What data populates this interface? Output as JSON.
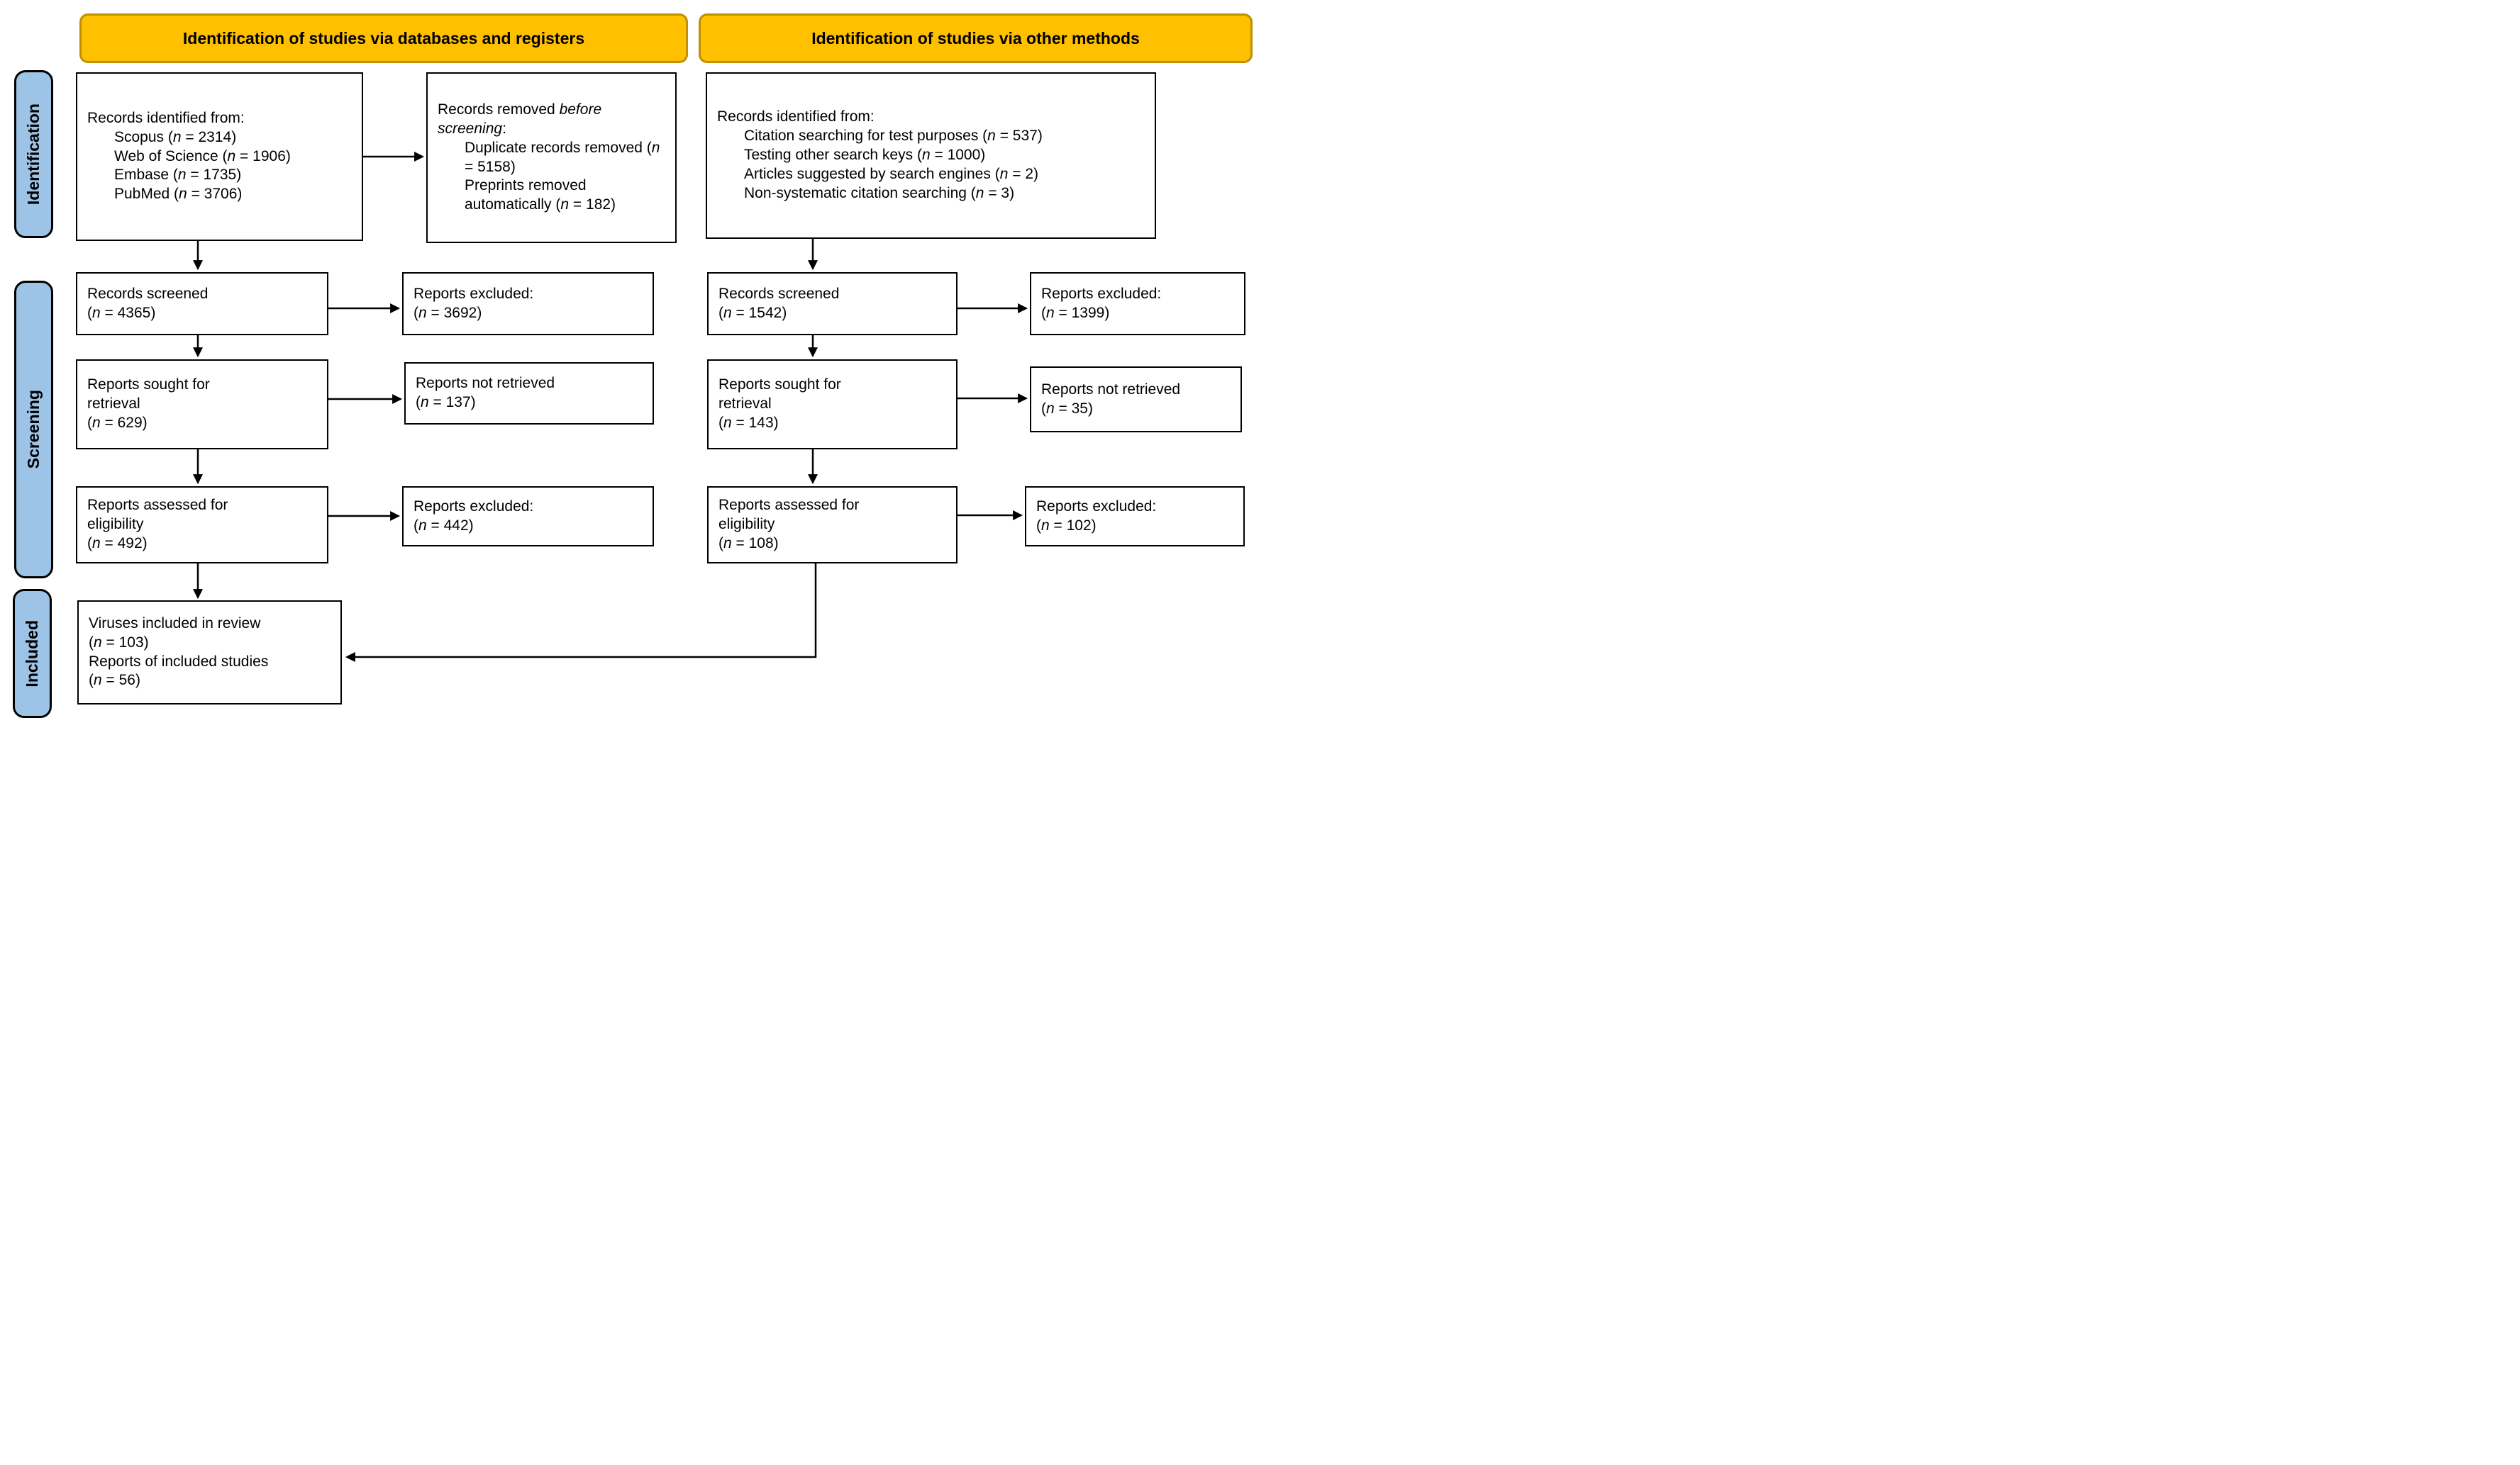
{
  "colors": {
    "header_fill": "#FFC000",
    "header_border": "#BF9000",
    "stage_fill": "#9DC3E6",
    "stage_border": "#000000",
    "box_border": "#000000",
    "arrow_color": "#000000"
  },
  "headers": {
    "databases": "Identification of studies via databases and registers",
    "other_methods": "Identification of studies via other methods"
  },
  "stages": {
    "identification": "Identification",
    "screening": "Screening",
    "included": "Included"
  },
  "boxes": {
    "db_identified": {
      "lines": [
        {
          "seg": [
            {
              "t": "Records identified from:"
            }
          ]
        },
        {
          "indent": 1,
          "seg": [
            {
              "t": "Scopus ("
            },
            {
              "t": "n",
              "i": 1
            },
            {
              "t": " = 2314)"
            }
          ]
        },
        {
          "indent": 1,
          "seg": [
            {
              "t": "Web of Science ("
            },
            {
              "t": "n",
              "i": 1
            },
            {
              "t": " = 1906)"
            }
          ]
        },
        {
          "indent": 1,
          "seg": [
            {
              "t": "Embase ("
            },
            {
              "t": "n",
              "i": 1
            },
            {
              "t": " = 1735)"
            }
          ]
        },
        {
          "indent": 1,
          "seg": [
            {
              "t": "PubMed ("
            },
            {
              "t": "n",
              "i": 1
            },
            {
              "t": " = 3706)"
            }
          ]
        }
      ]
    },
    "db_removed": {
      "lines": [
        {
          "seg": [
            {
              "t": "Records removed "
            },
            {
              "t": "before screening",
              "i": 1
            },
            {
              "t": ":"
            }
          ]
        },
        {
          "indent": 1,
          "seg": [
            {
              "t": "Duplicate records removed ("
            },
            {
              "t": "n",
              "i": 1
            },
            {
              "t": " = 5158)"
            }
          ]
        },
        {
          "indent": 1,
          "seg": [
            {
              "t": "Preprints removed automatically ("
            },
            {
              "t": "n",
              "i": 1
            },
            {
              "t": " = 182)"
            }
          ]
        }
      ]
    },
    "other_identified": {
      "lines": [
        {
          "seg": [
            {
              "t": "Records identified from:"
            }
          ]
        },
        {
          "indent": 1,
          "seg": [
            {
              "t": "Citation searching for test purposes ("
            },
            {
              "t": "n",
              "i": 1
            },
            {
              "t": " = 537)"
            }
          ]
        },
        {
          "indent": 1,
          "seg": [
            {
              "t": "Testing other search keys ("
            },
            {
              "t": "n",
              "i": 1
            },
            {
              "t": " = 1000)"
            }
          ]
        },
        {
          "indent": 1,
          "seg": [
            {
              "t": "Articles suggested by search engines ("
            },
            {
              "t": "n",
              "i": 1
            },
            {
              "t": " = 2)"
            }
          ]
        },
        {
          "indent": 1,
          "seg": [
            {
              "t": "Non-systematic citation searching ("
            },
            {
              "t": "n",
              "i": 1
            },
            {
              "t": " = 3)"
            }
          ]
        }
      ]
    },
    "db_screened": {
      "lines": [
        {
          "seg": [
            {
              "t": "Records screened"
            }
          ]
        },
        {
          "seg": [
            {
              "t": "("
            },
            {
              "t": "n",
              "i": 1
            },
            {
              "t": " = 4365)"
            }
          ]
        }
      ]
    },
    "db_screened_excluded": {
      "lines": [
        {
          "seg": [
            {
              "t": "Reports excluded:"
            }
          ]
        },
        {
          "seg": [
            {
              "t": "("
            },
            {
              "t": "n",
              "i": 1
            },
            {
              "t": " = 3692)"
            }
          ]
        }
      ]
    },
    "other_screened": {
      "lines": [
        {
          "seg": [
            {
              "t": "Records screened"
            }
          ]
        },
        {
          "seg": [
            {
              "t": "("
            },
            {
              "t": "n",
              "i": 1
            },
            {
              "t": " = 1542)"
            }
          ]
        }
      ]
    },
    "other_screened_excluded": {
      "lines": [
        {
          "seg": [
            {
              "t": "Reports excluded:"
            }
          ]
        },
        {
          "seg": [
            {
              "t": "("
            },
            {
              "t": "n",
              "i": 1
            },
            {
              "t": " = 1399)"
            }
          ]
        }
      ]
    },
    "db_sought": {
      "lines": [
        {
          "seg": [
            {
              "t": "Reports sought for"
            }
          ]
        },
        {
          "seg": [
            {
              "t": "retrieval"
            }
          ]
        },
        {
          "seg": [
            {
              "t": "("
            },
            {
              "t": "n",
              "i": 1
            },
            {
              "t": " = 629)"
            }
          ]
        }
      ]
    },
    "db_not_retrieved": {
      "lines": [
        {
          "seg": [
            {
              "t": "Reports not retrieved"
            }
          ]
        },
        {
          "seg": [
            {
              "t": "("
            },
            {
              "t": "n",
              "i": 1
            },
            {
              "t": " = 137)"
            }
          ]
        }
      ]
    },
    "other_sought": {
      "lines": [
        {
          "seg": [
            {
              "t": "Reports sought for"
            }
          ]
        },
        {
          "seg": [
            {
              "t": "retrieval"
            }
          ]
        },
        {
          "seg": [
            {
              "t": "("
            },
            {
              "t": "n",
              "i": 1
            },
            {
              "t": " = 143)"
            }
          ]
        }
      ]
    },
    "other_not_retrieved": {
      "lines": [
        {
          "seg": [
            {
              "t": "Reports not retrieved"
            }
          ]
        },
        {
          "seg": [
            {
              "t": "("
            },
            {
              "t": "n",
              "i": 1
            },
            {
              "t": " = 35)"
            }
          ]
        }
      ]
    },
    "db_assessed": {
      "lines": [
        {
          "seg": [
            {
              "t": "Reports assessed for"
            }
          ]
        },
        {
          "seg": [
            {
              "t": "eligibility"
            }
          ]
        },
        {
          "seg": [
            {
              "t": "("
            },
            {
              "t": "n",
              "i": 1
            },
            {
              "t": " = 492)"
            }
          ]
        }
      ]
    },
    "db_assessed_excluded": {
      "lines": [
        {
          "seg": [
            {
              "t": "Reports excluded:"
            }
          ]
        },
        {
          "seg": [
            {
              "t": "("
            },
            {
              "t": "n",
              "i": 1
            },
            {
              "t": " = 442)"
            }
          ]
        }
      ]
    },
    "other_assessed": {
      "lines": [
        {
          "seg": [
            {
              "t": "Reports assessed for"
            }
          ]
        },
        {
          "seg": [
            {
              "t": "eligibility"
            }
          ]
        },
        {
          "seg": [
            {
              "t": "("
            },
            {
              "t": "n",
              "i": 1
            },
            {
              "t": " = 108)"
            }
          ]
        }
      ]
    },
    "other_assessed_excluded": {
      "lines": [
        {
          "seg": [
            {
              "t": "Reports excluded:"
            }
          ]
        },
        {
          "seg": [
            {
              "t": "("
            },
            {
              "t": "n",
              "i": 1
            },
            {
              "t": " = 102)"
            }
          ]
        }
      ]
    },
    "included": {
      "lines": [
        {
          "seg": [
            {
              "t": "Viruses included in review"
            }
          ]
        },
        {
          "seg": [
            {
              "t": "("
            },
            {
              "t": "n",
              "i": 1
            },
            {
              "t": " = 103)"
            }
          ]
        },
        {
          "seg": [
            {
              "t": "Reports of included studies"
            }
          ]
        },
        {
          "seg": [
            {
              "t": "("
            },
            {
              "t": "n",
              "i": 1
            },
            {
              "t": " = 56)"
            }
          ]
        }
      ]
    }
  }
}
